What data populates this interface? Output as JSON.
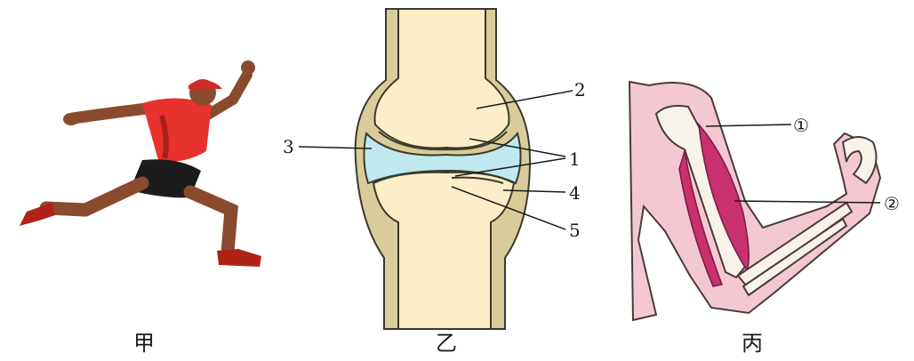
{
  "captions": {
    "a": "甲",
    "b": "乙",
    "c": "丙"
  },
  "joint_labels": {
    "l1": "1",
    "l2": "2",
    "l3": "3",
    "l4": "4",
    "l5": "5"
  },
  "arm_labels": {
    "m1": "①",
    "m2": "②"
  },
  "colors": {
    "shirt": "#e8322e",
    "shorts": "#1c1c1c",
    "skin": "#8a4a2e",
    "shoe": "#b02218",
    "bone": "#fbeec8",
    "capsule": "#d8cc9a",
    "cavity": "#bfe8ef",
    "arm_fill": "#f4c8d2",
    "muscle": "#c8306e",
    "arm_bone": "#f7f3ea"
  }
}
